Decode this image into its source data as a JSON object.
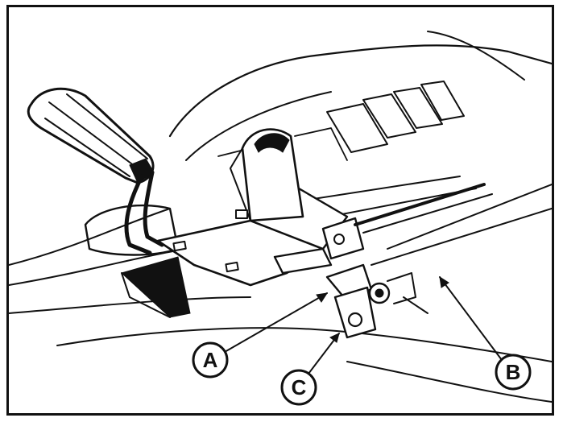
{
  "figure": {
    "callouts": [
      {
        "id": "A",
        "label": "A"
      },
      {
        "id": "B",
        "label": "B"
      },
      {
        "id": "C",
        "label": "C"
      }
    ],
    "colors": {
      "ink": "#111111",
      "paper": "#ffffff"
    }
  }
}
